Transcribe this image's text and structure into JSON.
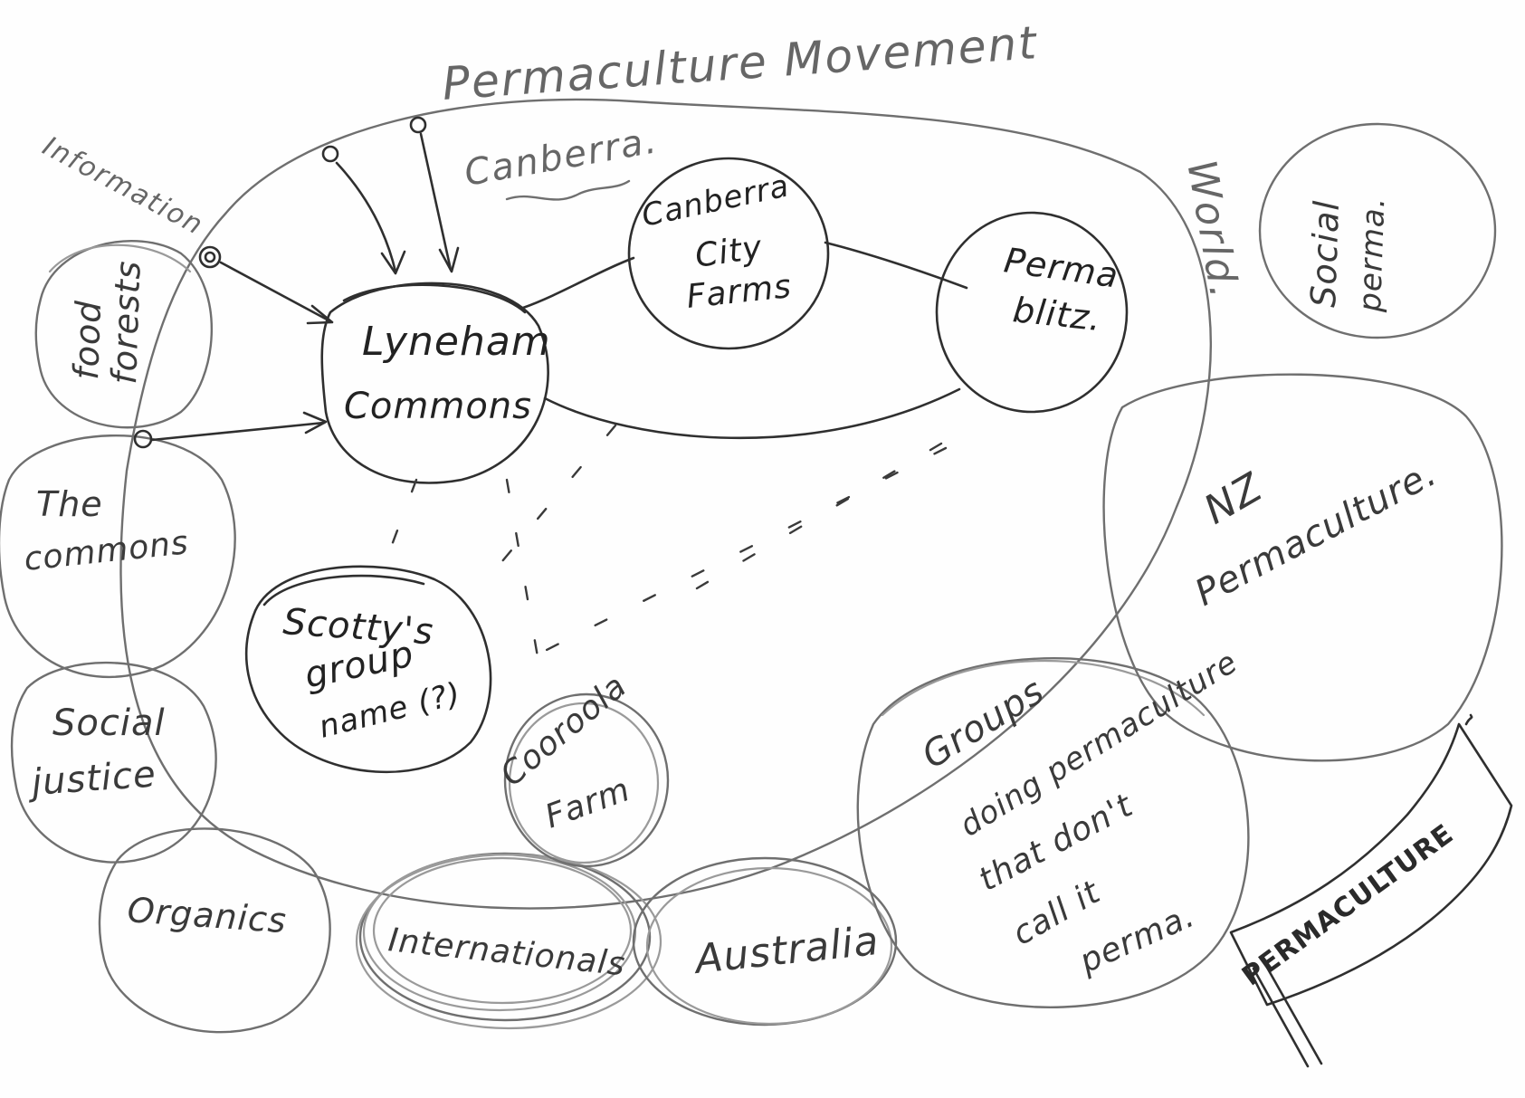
{
  "movement_title": "Permaculture Movement",
  "world_label": "World.",
  "canberra_label": "Canberra.",
  "information_label": "Information",
  "nodes": {
    "lyneham": [
      "Lyneham",
      "Commons"
    ],
    "canberra_city_farms": [
      "Canberra",
      "City",
      "Farms"
    ],
    "perma_blitz": [
      "Perma",
      "blitz."
    ],
    "scotty": [
      "Scotty's",
      "group",
      "name (?)"
    ],
    "food_forests": [
      "food",
      "forests"
    ],
    "the_commons": [
      "The",
      "commons"
    ],
    "social_justice": [
      "Social",
      "justice"
    ],
    "organics": [
      "Organics"
    ],
    "internationals": [
      "Internationals"
    ],
    "australia": [
      "Australia"
    ],
    "cooroola": [
      "Cooroola",
      "Farm"
    ],
    "groups": [
      "Groups",
      "doing permaculture",
      "that don't",
      "call it",
      "perma."
    ],
    "nz": [
      "NZ",
      "Permaculture."
    ],
    "social_perma": [
      "Social",
      "perma."
    ]
  },
  "banner_text": "PERMACULTURE"
}
